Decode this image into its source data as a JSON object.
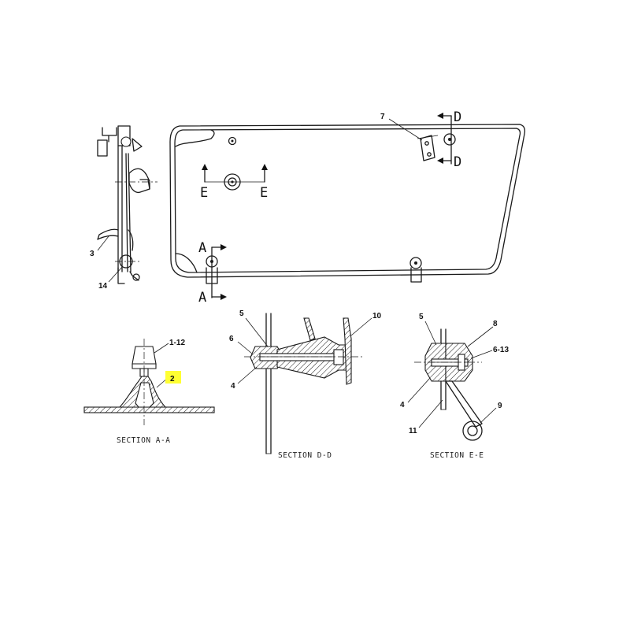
{
  "colors": {
    "ink": "#1a1a1a",
    "highlight": "#ffff33"
  },
  "section_marks": {
    "a": "A",
    "d": "D",
    "e": "E"
  },
  "callouts": {
    "item_1_12": "1-12",
    "item_2": "2",
    "item_3": "3",
    "item_4": "4",
    "item_5": "5",
    "item_6": "6",
    "item_6_13": "6-13",
    "item_7": "7",
    "item_8": "8",
    "item_9": "9",
    "item_10": "10",
    "item_11": "11",
    "item_14": "14"
  },
  "captions": {
    "section_a": "SECTION A-A",
    "section_d": "SECTION D-D",
    "section_e": "SECTION E-E"
  }
}
